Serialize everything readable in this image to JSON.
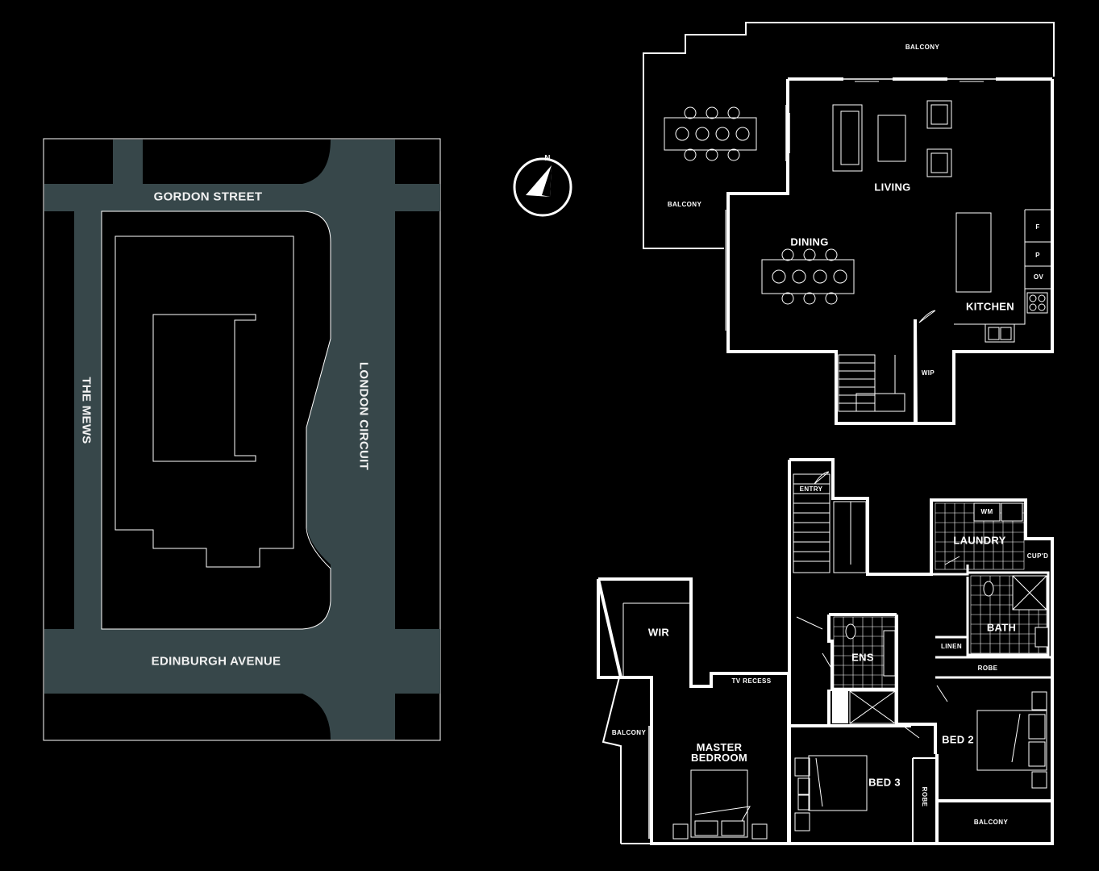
{
  "site_plan": {
    "streets": {
      "north": "GORDON STREET",
      "west": "THE MEWS",
      "east": "LONDON CIRCUIT",
      "south": "EDINBURGH AVENUE"
    },
    "road_color": "#37474a",
    "line_color": "#ffffff"
  },
  "compass": {
    "north_letter": "N"
  },
  "upper_level": {
    "rooms": {
      "balcony_top": "BALCONY",
      "balcony_west": "BALCONY",
      "living": "LIVING",
      "dining": "DINING",
      "kitchen": "KITCHEN",
      "wip": "WIP",
      "fridge": "F",
      "pantry": "P",
      "oven": "OV"
    }
  },
  "lower_level": {
    "rooms": {
      "entry": "ENTRY",
      "laundry": "LAUNDRY",
      "wm": "WM",
      "cupd": "CUP'D",
      "wir": "WIR",
      "ens": "ENS",
      "bath": "BATH",
      "linen": "LINEN",
      "robe_top": "ROBE",
      "tv_recess": "TV RECESS",
      "balcony_west": "BALCONY",
      "master_bedroom": "MASTER BEDROOM",
      "bed3": "BED 3",
      "robe_side": "ROBE",
      "bed2": "BED 2",
      "balcony_east": "BALCONY"
    }
  }
}
